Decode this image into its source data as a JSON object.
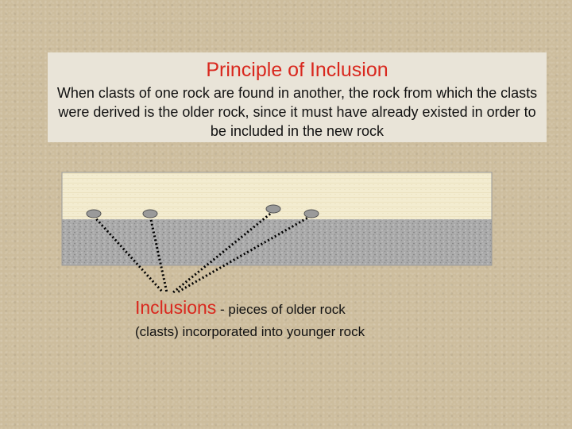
{
  "header": {
    "title": "Principle of Inclusion",
    "description": "When clasts of one rock are found in another, the rock from which the clasts were derived is the older rock, since it must have already existed in order to be included in the new rock"
  },
  "caption": {
    "term": "Inclusions",
    "line1_rest": " - pieces of older rock",
    "line2": "(clasts) incorporated into younger rock"
  },
  "colors": {
    "title": "#d9281e",
    "upper_layer": "#f3ecd0",
    "lower_layer": "#a9a9a9",
    "clast": "#9a9a9a",
    "background": "#cdbd9d"
  }
}
